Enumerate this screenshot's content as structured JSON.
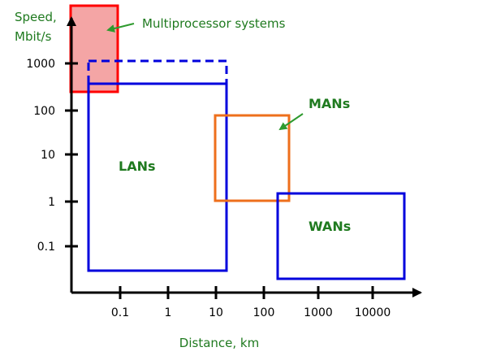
{
  "axes": {
    "y_label_line1": "Speed,",
    "y_label_line2": "Mbit/s",
    "x_label": "Distance, km",
    "y_ticks": [
      "1000",
      "100",
      "10",
      "1",
      "0.1"
    ],
    "x_ticks": [
      "0.1",
      "1",
      "10",
      "100",
      "1000",
      "10000"
    ]
  },
  "regions": {
    "multiprocessor": {
      "label": "Multiprocessor systems",
      "color": "#ff0000",
      "fill": "#f4a5a5"
    },
    "lans": {
      "label": "LANs",
      "color": "#0000dd"
    },
    "mans": {
      "label": "MANs",
      "color": "#ee6f1c"
    },
    "wans": {
      "label": "WANs",
      "color": "#0000dd"
    }
  },
  "colors": {
    "text_green": "#1f7a1f",
    "arrow_green": "#2e9a2e",
    "axis": "#000000"
  }
}
